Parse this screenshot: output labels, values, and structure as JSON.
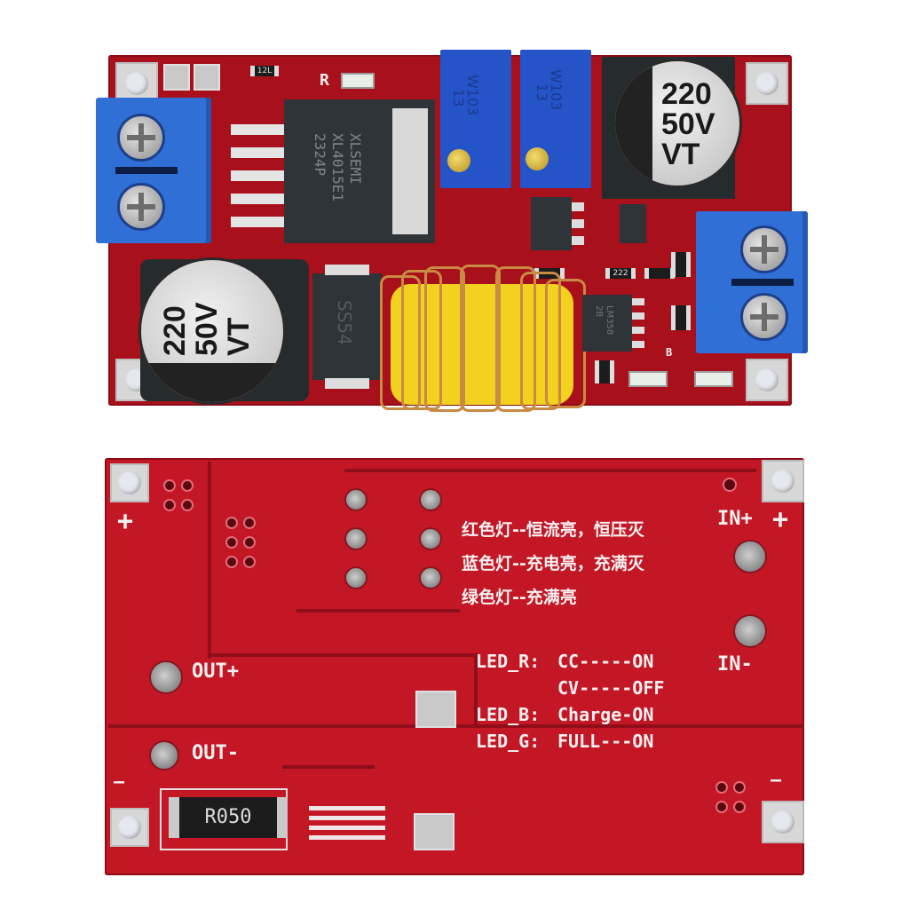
{
  "image": {
    "description": "XL4015 5A CC/CV buck converter lithium battery charger module, top and bottom views",
    "background": "#ffffff",
    "pcb_color": "#b8101e"
  },
  "top_board": {
    "led_label_r": "R",
    "led_label_b": "B",
    "main_ic": {
      "line1": "XLSEMI",
      "line2": "XL4015E1",
      "line3": "2324P"
    },
    "pot_left": {
      "code": "W103",
      "mark": "13"
    },
    "pot_right": {
      "code": "W103",
      "mark": "13"
    },
    "cap_right": {
      "line1": "220",
      "line2": "50V",
      "line3": "VT"
    },
    "cap_left": {
      "line1": "220",
      "line2": "50V",
      "line3": "VT"
    },
    "diode": {
      "marking": "SS54"
    },
    "opamp": {
      "line1": "LM358",
      "line2": "2B"
    },
    "resistor_top": "12L",
    "resistor_small": "222"
  },
  "bottom_board": {
    "notes_cn": [
      "红色灯--恒流亮，恒压灭",
      "蓝色灯--充电亮，充满灭",
      "绿色灯--充满亮"
    ],
    "led_table": [
      {
        "label": "LED_R:",
        "value": "CC-----ON"
      },
      {
        "label": "",
        "value": "CV-----OFF"
      },
      {
        "label": "LED_B:",
        "value": "Charge-ON"
      },
      {
        "label": "LED_G:",
        "value": "FULL---ON"
      }
    ],
    "in_plus": "IN+",
    "in_minus": "IN-",
    "out_plus": "OUT+",
    "out_minus": "OUT-",
    "plus_sign": "+",
    "minus_sign": "—",
    "shunt": "R050"
  }
}
